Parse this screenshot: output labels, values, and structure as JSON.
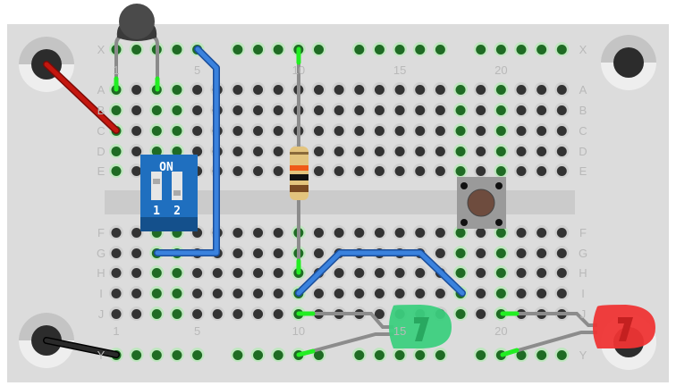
{
  "board": {
    "row_labels_top": [
      "X",
      "A",
      "B",
      "C",
      "D",
      "E"
    ],
    "row_labels_bottom": [
      "F",
      "G",
      "H",
      "I",
      "J",
      "Y"
    ],
    "column_labels": [
      "1",
      "5",
      "10",
      "15",
      "20"
    ],
    "column_count": 23,
    "highlighted_columns": {
      "top": [
        1,
        3,
        4,
        18,
        20
      ],
      "bottom": [
        3,
        4,
        10,
        18,
        20
      ]
    }
  },
  "dip_switch": {
    "on_label": "ON",
    "switch_labels": [
      "1",
      "2"
    ]
  },
  "colors": {
    "board": "#dcdcdc",
    "hole": "#333333",
    "hole_connected": "#1f6b24",
    "wire_red": "#c4170f",
    "wire_black": "#1b1b1b",
    "wire_blue": "#2f74d0",
    "led_green": "#3ccf7e",
    "led_red": "#ee3434",
    "lead_active": "#22ee22"
  }
}
